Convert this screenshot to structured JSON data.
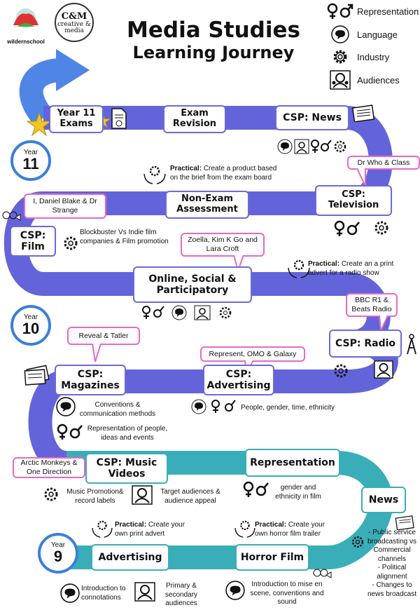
{
  "title": {
    "line1": "Media Studies",
    "line2": "Learning Journey"
  },
  "logos": {
    "school": "wildernschool",
    "cm_main": "C&M",
    "cm_sub": "creative & media"
  },
  "legend": [
    {
      "label": "Representation",
      "icon": "gender-symbols-icon"
    },
    {
      "label": "Language",
      "icon": "speech-bubble-icon"
    },
    {
      "label": "Industry",
      "icon": "gear-icon"
    },
    {
      "label": "Audiences",
      "icon": "audience-icon"
    }
  ],
  "years": [
    {
      "label": "Year",
      "number": "11"
    },
    {
      "label": "Year",
      "number": "10"
    },
    {
      "label": "Year",
      "number": "9"
    }
  ],
  "nodes": {
    "exams": "Year 11 Exams",
    "revision": "Exam Revision",
    "csp_news": "CSP: News",
    "non_exam": "Non-Exam Assessment",
    "csp_tv": "CSP: Television",
    "csp_film": "CSP: Film",
    "online": "Online, Social & Participatory",
    "csp_radio": "CSP: Radio",
    "csp_magazines": "CSP: Magazines",
    "csp_advertising": "CSP: Advertising",
    "csp_music": "CSP: Music Videos",
    "representation": "Representation",
    "news": "News",
    "advertising": "Advertising",
    "horror": "Horror Film"
  },
  "callouts": {
    "tv": "Dr Who & Class",
    "film": "I, Daniel Blake & Dr Strange",
    "online": "Zoella, Kim K Go and Lara Croft",
    "radio": "BBC R1 & Beats Radio",
    "magazines": "Reveal & Tatler",
    "advertising": "Represent, OMO & Galaxy",
    "music": "Arctic Monkeys & One Direction"
  },
  "notes": {
    "practical_label": "Practical:",
    "practical_nea": "Create a product based on the brief from the exam board",
    "practical_radio": "Create an a print advert for a radio show",
    "film_industry": "Blockbuster Vs Indie film companies & Film promotion",
    "adv_rep": "People, gender, time, ethnicity",
    "mag_lang": "Conventions & communication methods",
    "mag_rep": "Representation of people, ideas and events",
    "music_industry": "Music Promotion& record labels",
    "music_aud": "Target audiences & audience appeal",
    "rep_note": "gender and ethnicity in film",
    "news_notes": [
      "- Public service broadcasting vs Commercial channels",
      "- Political alignment",
      "- Changes to news broadcast"
    ],
    "practical_adv": "Create your own print advert",
    "practical_horror": "Create your own horror film trailer",
    "adv_lang": "Introduction to connotations",
    "adv_aud": "Primary & secondary audiences",
    "horror_lang": "Introduction to mise en scene, conventions and sound"
  },
  "colors": {
    "year11_path": "#6b6bd6",
    "year10_path": "#6b6bd6",
    "year9_path": "#3aaeb8",
    "callout_border": "#e869c4",
    "year_circle": "#3c7fd9",
    "star": "#f3c623"
  }
}
